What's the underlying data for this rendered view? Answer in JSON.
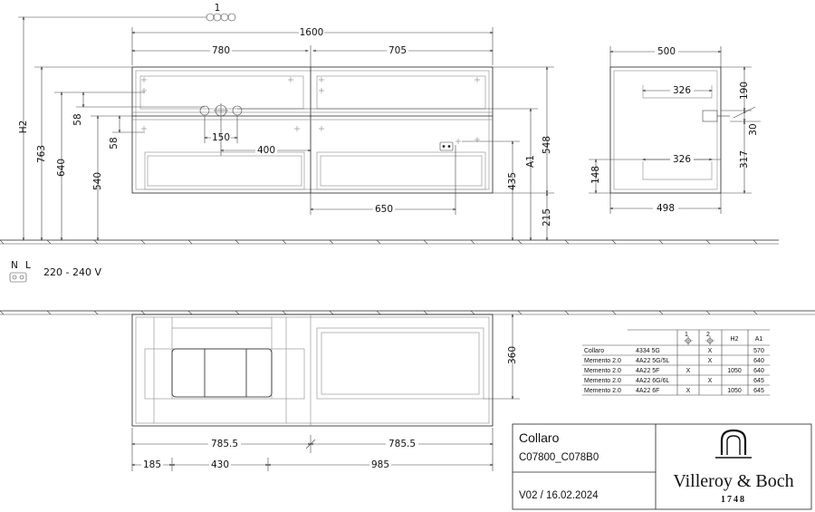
{
  "top": {
    "variant_number": "1",
    "dims": {
      "total_width": "1600",
      "left_width": "780",
      "right_width": "705",
      "h2": "H2",
      "h763": "763",
      "h640": "640",
      "h540": "540",
      "h58a": "58",
      "h58b": "58",
      "d150": "150",
      "d400": "400",
      "d650": "650",
      "h548": "548",
      "a1": "A1",
      "h435": "435",
      "h215": "215"
    }
  },
  "side": {
    "dims": {
      "width_top": "500",
      "inner_top": "326",
      "h190": "190",
      "h30": "30",
      "h317": "317",
      "inner_bottom": "326",
      "h148": "148",
      "width_bottom": "498"
    }
  },
  "electrical": {
    "label_n": "N",
    "label_l": "L",
    "voltage": "220 - 240 V"
  },
  "bottom": {
    "dims": {
      "h360": "360",
      "w785a": "785.5",
      "w785b": "785.5",
      "w185": "185",
      "w430": "430",
      "w985": "985"
    }
  },
  "table": {
    "headers": [
      "1",
      "2",
      "H2",
      "A1"
    ],
    "rows": [
      [
        "Collaro",
        "4334 5G",
        "",
        "X",
        "",
        "570"
      ],
      [
        "Memento 2.0",
        "4A22 5G/5L",
        "",
        "X",
        "",
        "640"
      ],
      [
        "Memento 2.0",
        "4A22 5F",
        "X",
        "",
        "1050",
        "640"
      ],
      [
        "Memento 2.0",
        "4A22 6G/6L",
        "",
        "X",
        "",
        "645"
      ],
      [
        "Memento 2.0",
        "4A22 6F",
        "X",
        "",
        "1050",
        "645"
      ]
    ]
  },
  "titleblock": {
    "product": "Collaro",
    "code": "C07800_C078B0",
    "version": "V02 / 16.02.2024",
    "brand": "Villeroy & Boch",
    "year": "1748"
  }
}
